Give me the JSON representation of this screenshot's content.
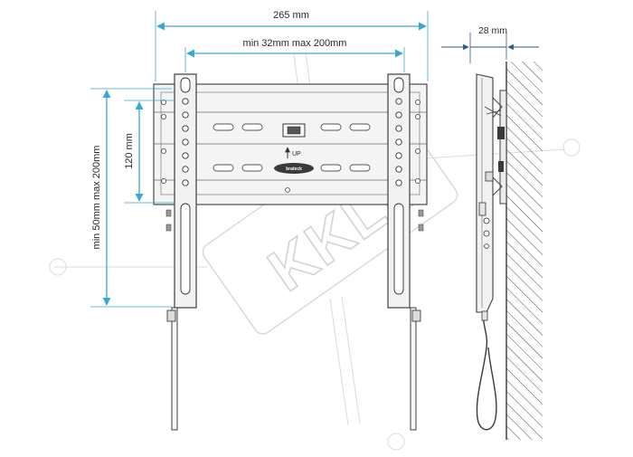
{
  "dimensions": {
    "overall_width": "265 mm",
    "horizontal_spacing": "min 32mm max 200mm",
    "vertical_spacing_fixed": "120 mm",
    "vertical_spacing_range": "min 50mm max 200mm",
    "wall_depth": "28 mm"
  },
  "labels": {
    "up": "UP",
    "brand_logo": "brateck"
  },
  "watermark": {
    "text": "KKLL"
  },
  "colors": {
    "dimension_line": "#3aa7cf",
    "outline": "#4a4a4a",
    "steel_fill": "#f2f2f2"
  }
}
